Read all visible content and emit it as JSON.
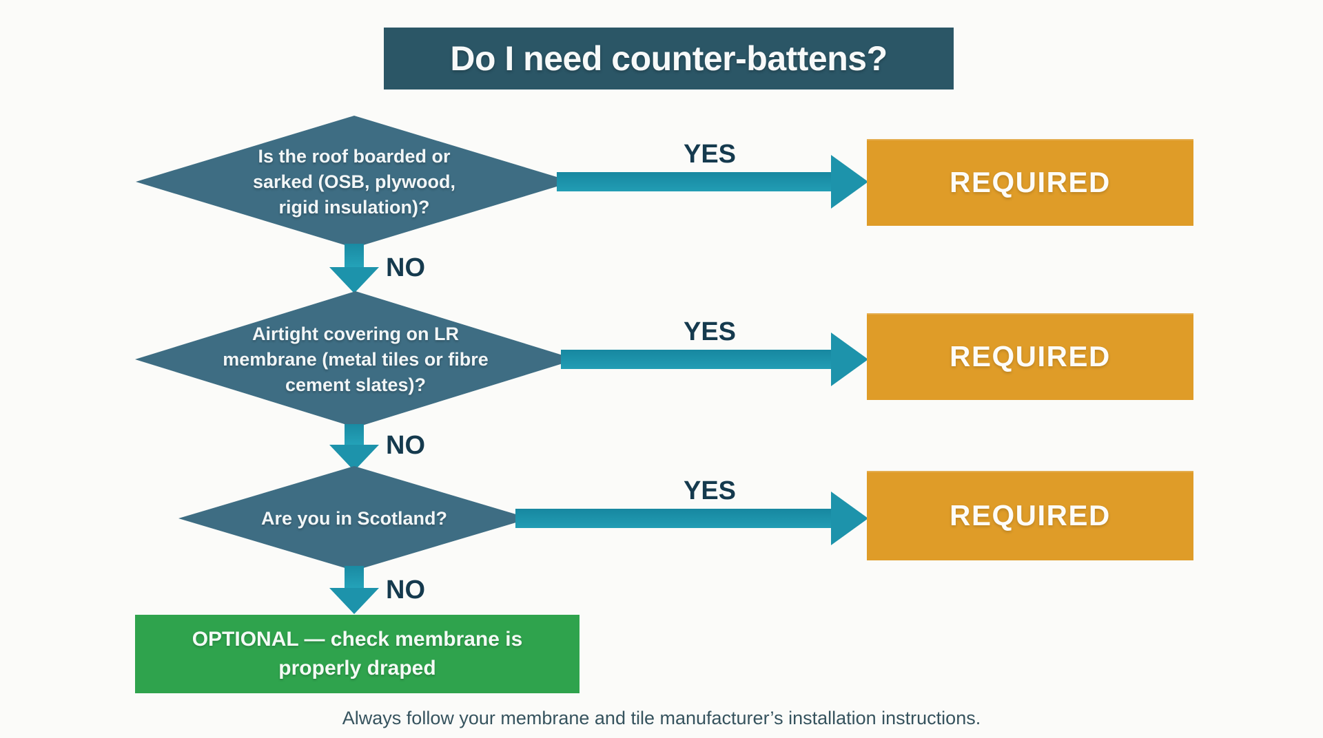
{
  "title": {
    "text": "Do I need counter-battens?"
  },
  "flow": {
    "rows": [
      {
        "question": "Is the roof boarded or sarked (OSB, plywood, rigid insulation)?",
        "yes": "YES",
        "no": "NO",
        "result": "REQUIRED"
      },
      {
        "question": "Airtight covering on LR membrane (metal tiles or fibre cement slates)?",
        "yes": "YES",
        "no": "NO",
        "result": "REQUIRED"
      },
      {
        "question": "Are you in Scotland?",
        "yes": "YES",
        "no": "NO",
        "result": "REQUIRED"
      }
    ],
    "final": {
      "text": "OPTIONAL — check membrane is properly draped"
    }
  },
  "footer": {
    "text": "Always follow your membrane and tile manufacturer’s installation instructions."
  },
  "colors": {
    "title_bg": "#2b5666",
    "diamond_fill": "#3e6d83",
    "arrow_teal": "#1d93ab",
    "label_dark": "#153a4e",
    "required_orange": "#df9c28",
    "optional_green": "#2fa34d",
    "background": "#fbfbf9"
  }
}
